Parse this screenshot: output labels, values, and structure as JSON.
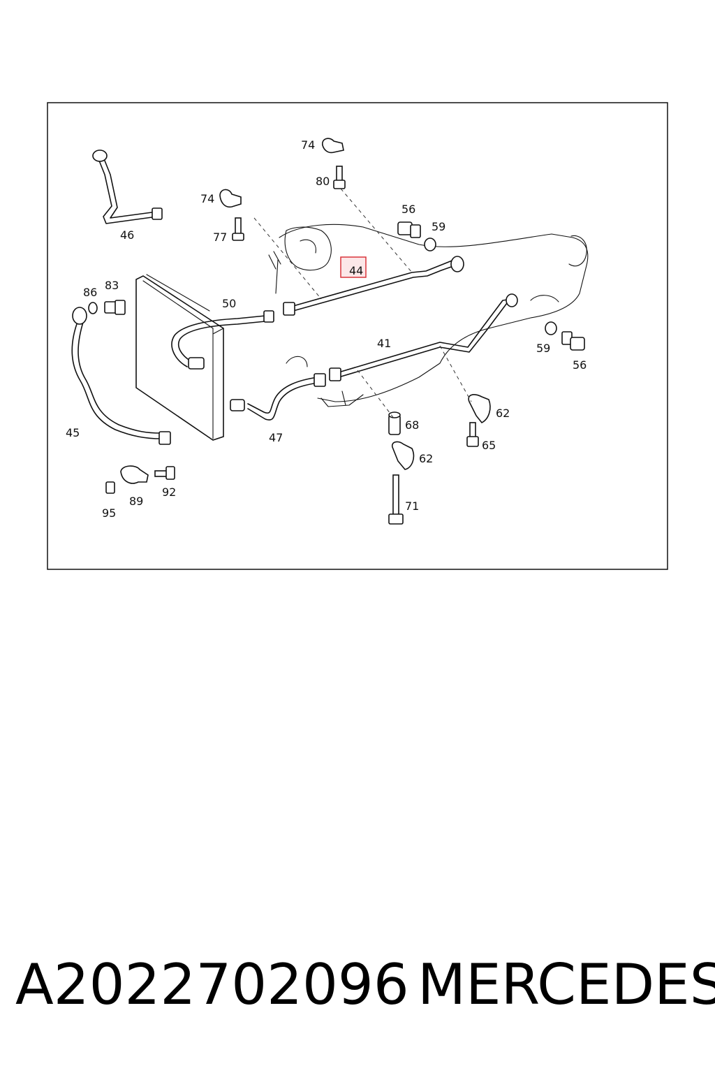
{
  "labels": {
    "l41": "41",
    "l44": "44",
    "l45": "45",
    "l46": "46",
    "l47": "47",
    "l50": "50",
    "l56a": "56",
    "l56b": "56",
    "l59a": "59",
    "l59b": "59",
    "l62a": "62",
    "l62b": "62",
    "l65": "65",
    "l68": "68",
    "l71": "71",
    "l74a": "74",
    "l74b": "74",
    "l77": "77",
    "l80": "80",
    "l83": "83",
    "l86": "86",
    "l89": "89",
    "l92": "92",
    "l95": "95"
  },
  "highlight_color": "#d9343a",
  "footer": {
    "part_number": "A2022702096",
    "brand": "MERCEDES"
  }
}
